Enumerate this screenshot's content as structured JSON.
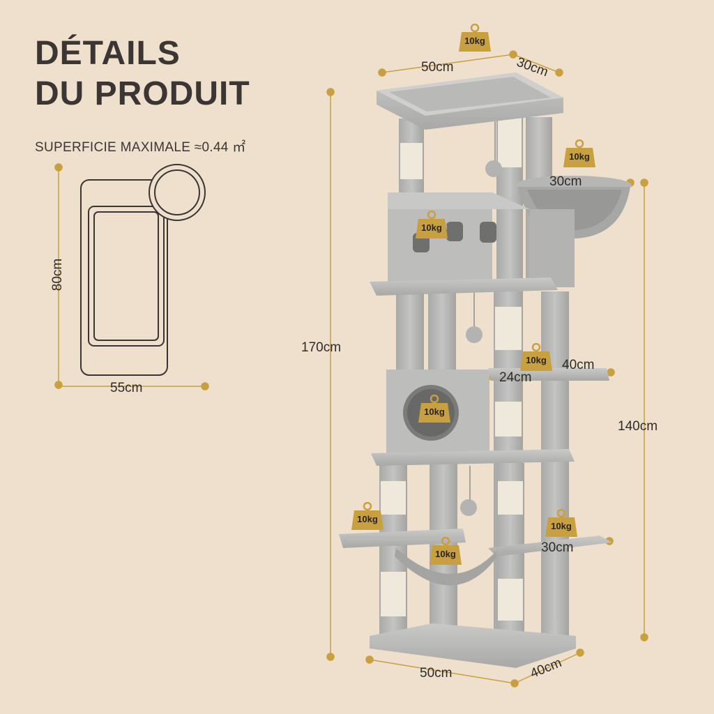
{
  "header": {
    "title_line1": "DÉTAILS",
    "title_line2": "DU PRODUIT",
    "subtitle": "SUPERFICIE MAXIMALE ≈0.44 ㎡"
  },
  "footprint": {
    "depth": "80cm",
    "width": "55cm"
  },
  "tree_dims": {
    "top_width": "50cm",
    "top_depth": "30cm",
    "basket_width": "30cm",
    "total_height": "170cm",
    "platform_height": "140cm",
    "perch_width": "40cm",
    "perch_depth": "24cm",
    "lower_perch_width": "30cm",
    "base_width": "50cm",
    "base_depth": "40cm"
  },
  "load_badges": {
    "top_platform": "10kg",
    "basket": "10kg",
    "upper_condo": "10kg",
    "mid_perch": "10kg",
    "lower_condo": "10kg",
    "left_platform": "10kg",
    "hammock": "10kg",
    "right_platform": "10kg"
  },
  "colors": {
    "background": "#eee0cd",
    "accent_gold": "#c9a03f",
    "plush_grey": "#b9b9b7",
    "sisal": "#efe9dc"
  }
}
